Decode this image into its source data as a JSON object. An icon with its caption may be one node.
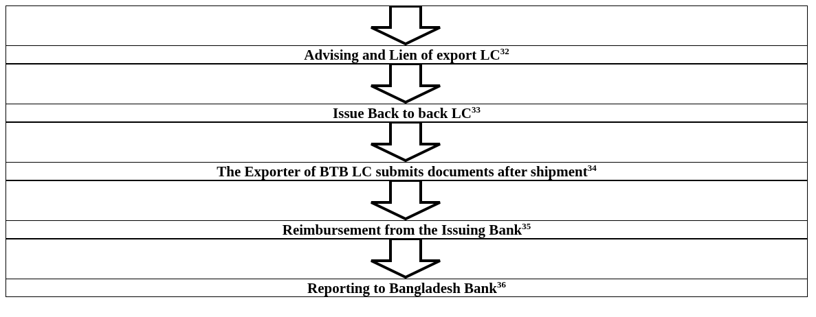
{
  "diagram": {
    "nodes": [
      {
        "text": [
          "Advising and Lien of export LC$^{32}$"
        ]
      },
      {
        "text": [
          "Issue Back to back LC$^{33}$"
        ]
      },
      {
        "text": [
          "The Exporter of BTB LC submits documents after shipment$^{34}$"
        ]
      },
      {
        "text": [
          "Reimbursement from the Issuing Bank$^{35}$"
        ]
      },
      {
        "text": [
          "Reporting to Bangladesh Bank$^{36}$"
        ]
      }
    ],
    "edges": [
      {
        "from": null,
        "to": 0,
        "arrow": "to"
      },
      {
        "from": 0,
        "to": 1,
        "arrow": "to"
      },
      {
        "from": 1,
        "to": 2,
        "arrow": "to"
      },
      {
        "from": 2,
        "to": 3,
        "arrow": "to"
      },
      {
        "from": 3,
        "to": 4,
        "arrow": "to"
      }
    ]
  }
}
